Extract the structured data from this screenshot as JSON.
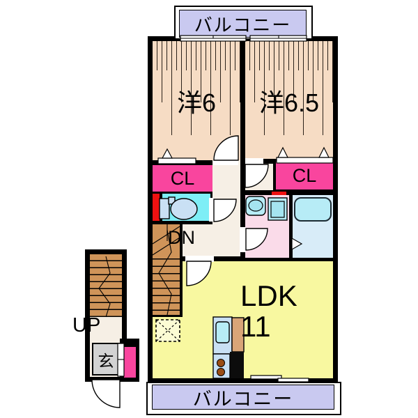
{
  "labels": {
    "balcony_top": "バルコニー",
    "balcony_bottom": "バルコニー",
    "bedroom_west_6": "洋6",
    "bedroom_west_6_5": "洋6.5",
    "closet_left": "CL",
    "closet_right": "CL",
    "stairs_down": "DN",
    "stairs_up": "UP",
    "entrance": "玄",
    "ldk": "LDK",
    "ldk_size": "11"
  },
  "colors": {
    "wall": "#000000",
    "balcony": "#c9c9f0",
    "room-peach": "#f6dcc4",
    "hall-cream": "#f6efe5",
    "closet-pink": "#f9459e",
    "toilet-cyan": "#7eeef6",
    "washroom-pink": "#fadbe9",
    "bathroom-blue": "#d8ecf8",
    "fixture-cyan": "#b7ecf6",
    "fixture-blue": "#c9e0f4",
    "ldk-yellow": "#f8f8a0",
    "stair-brown": "#cf9459",
    "genkan-gray": "#d3d3d3",
    "accent-red": "#ee1111",
    "counter-brown": "#d9a578",
    "knob-brown": "#9a4d15"
  }
}
